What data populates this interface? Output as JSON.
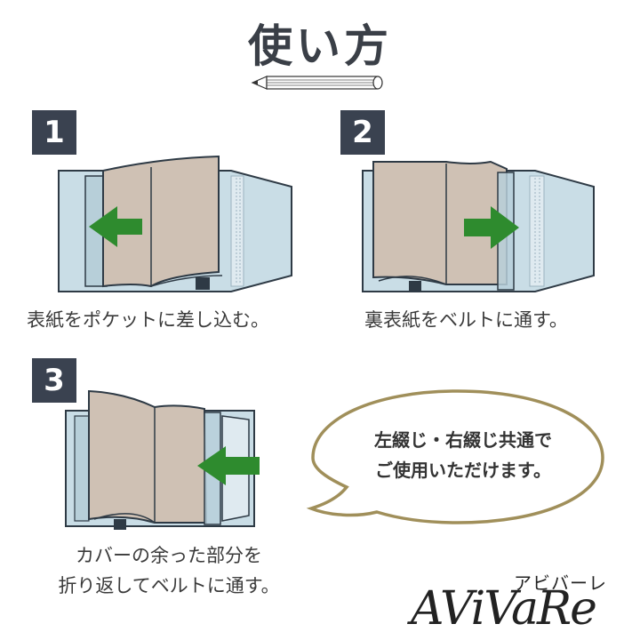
{
  "title": "使い方",
  "steps": [
    {
      "number": "1",
      "caption": "表紙をポケットに差し込む。"
    },
    {
      "number": "2",
      "caption": "裏表紙をベルトに通す。"
    },
    {
      "number": "3",
      "caption_line1": "カバーの余った部分を",
      "caption_line2": "折り返してベルトに通す。"
    }
  ],
  "bubble": {
    "line1": "左綴じ・右綴じ共通で",
    "line2": "ご使用いただけます。"
  },
  "logo": {
    "kana": "アビバーレ",
    "name": "AViVaRe"
  },
  "colors": {
    "cover_fill": "#c9dde6",
    "book_page": "#cfc1b4",
    "arrow_green": "#2e8b2e",
    "outline": "#2e3a45",
    "badge": "#3a4250",
    "bubble_border": "#a08f5a"
  },
  "icons": [
    "pencil-icon",
    "left-arrow-icon",
    "right-arrow-icon"
  ]
}
